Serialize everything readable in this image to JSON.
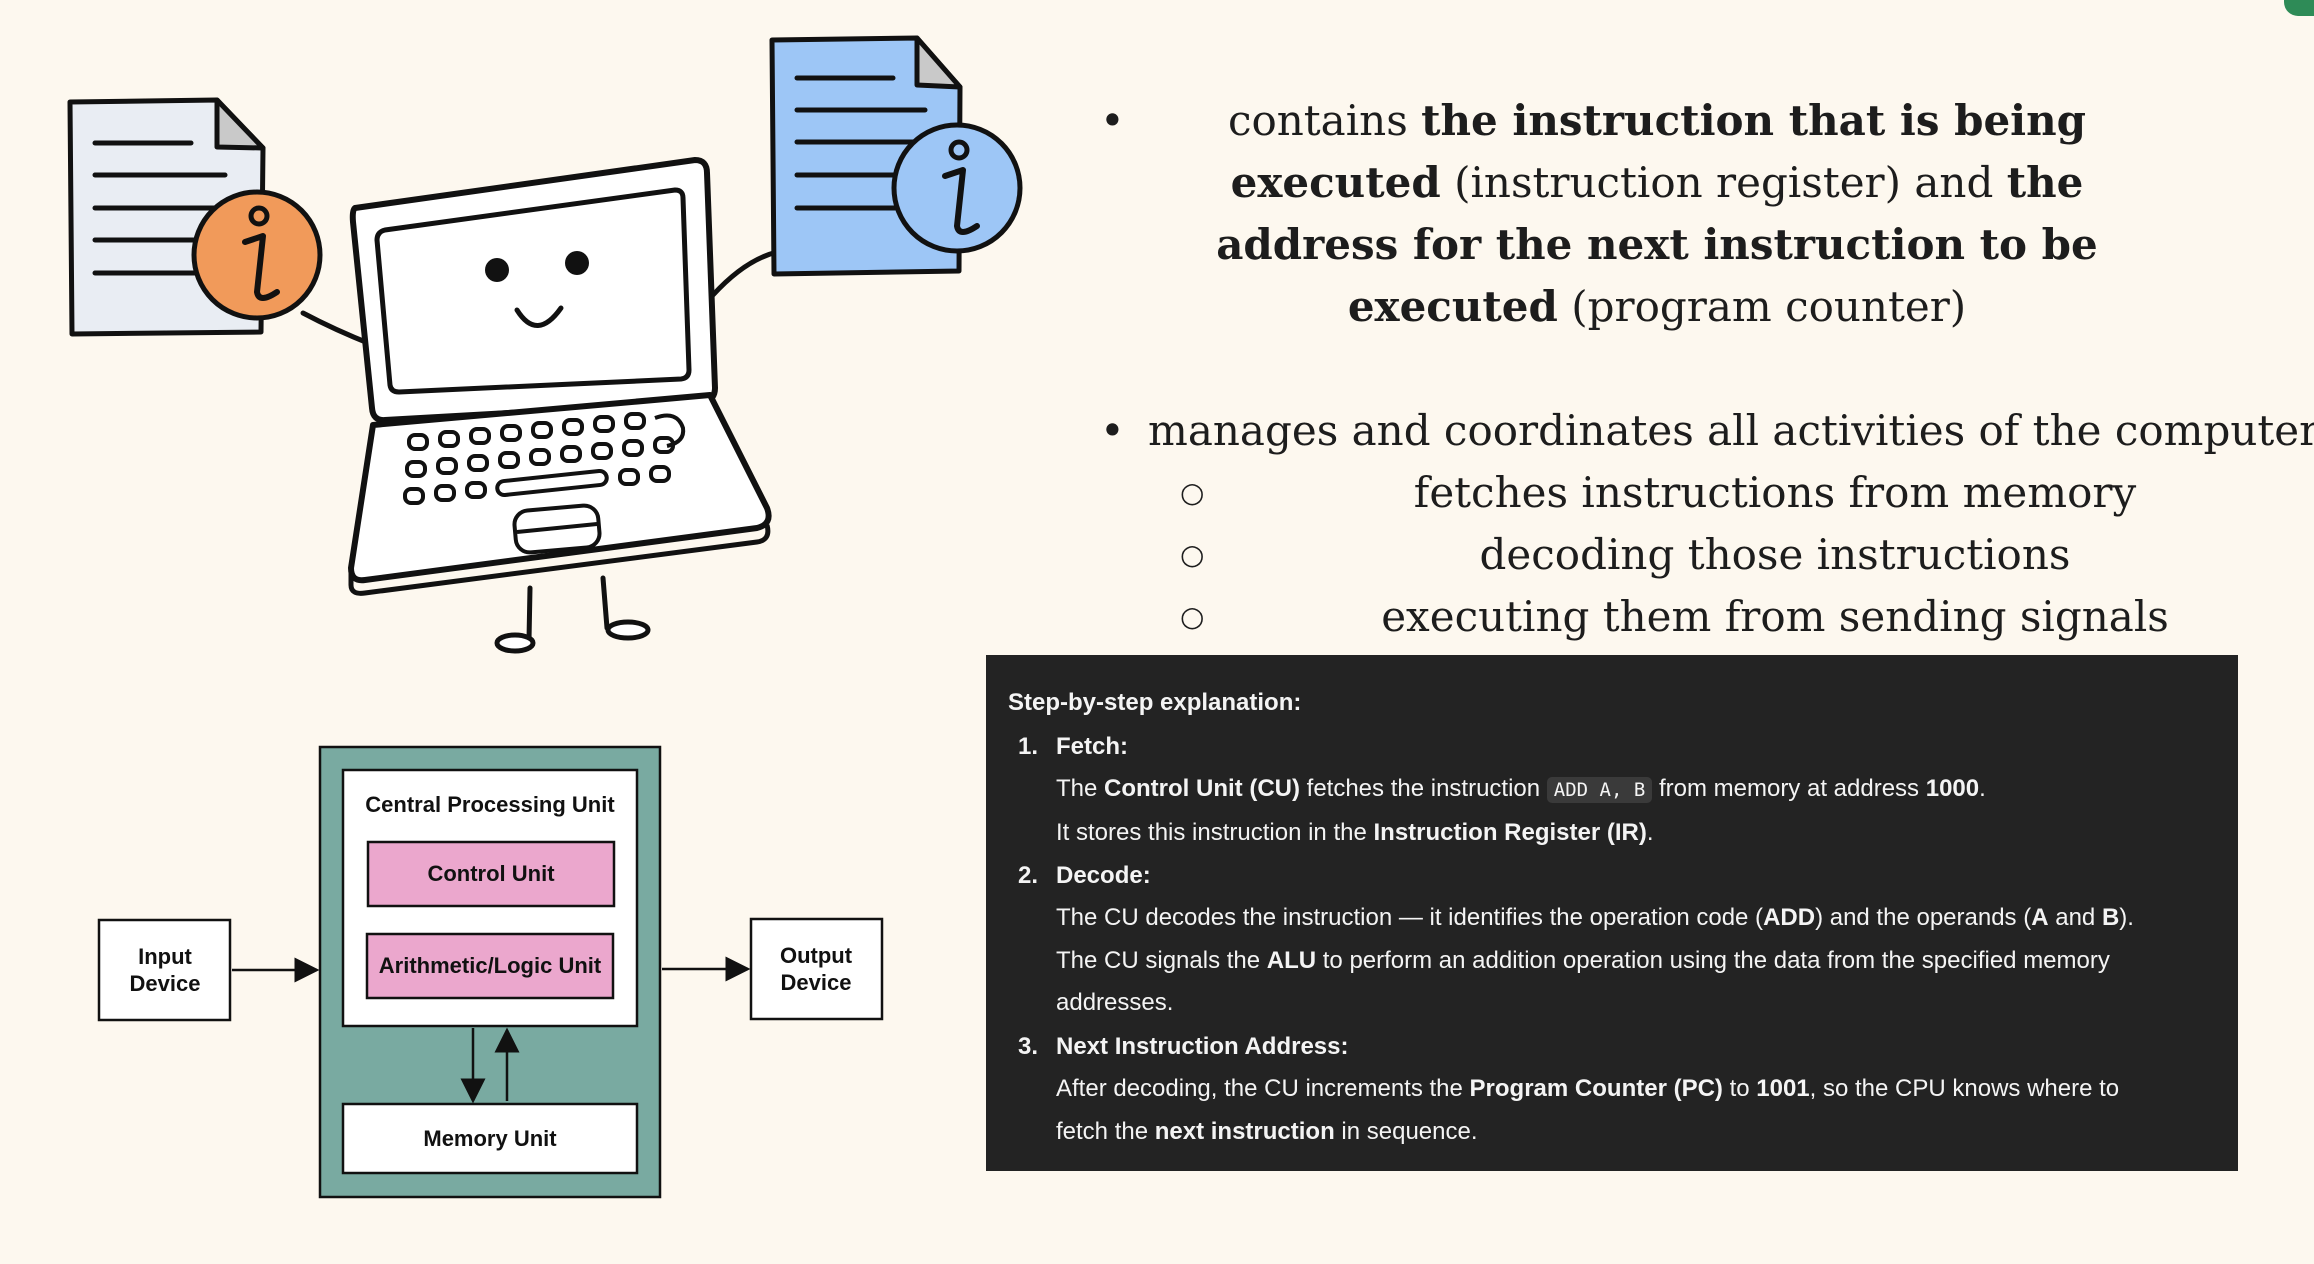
{
  "bullets": {
    "first": {
      "seg1": "contains ",
      "seg2": "the instruction that is being executed",
      "seg3": " (instruction register) and ",
      "seg4": "the address for the next instruction to be executed",
      "seg5": " (program counter)"
    },
    "second": {
      "text": "manages and coordinates all activities of the computer",
      "subs": [
        "fetches instructions from memory",
        "decoding those instructions",
        "executing them from sending signals"
      ]
    }
  },
  "diagram": {
    "input_line1": "Input",
    "input_line2": "Device",
    "output_line1": "Output",
    "output_line2": "Device",
    "cpu_title": "Central Processing Unit",
    "control_unit": "Control Unit",
    "alu": "Arithmetic/Logic Unit",
    "memory_unit": "Memory Unit",
    "colors": {
      "container": "#79aaa1",
      "unit": "#eba7cd"
    }
  },
  "illustration": {
    "left_doc_color": "#e9edf3",
    "left_badge_color": "#f19a5a",
    "right_doc_color": "#9dc6f6",
    "right_badge_color": "#9dc6f6",
    "icons": [
      "document-icon",
      "info-icon",
      "laptop-character-icon"
    ]
  },
  "explanation": {
    "heading": "Step-by-step explanation:",
    "steps": [
      {
        "num": "1.",
        "title": "Fetch:",
        "l1": {
          "a": "The ",
          "b": "Control Unit (CU)",
          "c": " fetches the instruction ",
          "code": "ADD A, B",
          "d": " from memory at address ",
          "e": "1000",
          "f": "."
        },
        "l2": {
          "a": "It stores this instruction in the ",
          "b": "Instruction Register (IR)",
          "c": "."
        }
      },
      {
        "num": "2.",
        "title": "Decode:",
        "l1": {
          "a": "The CU decodes the instruction — it identifies the operation code (",
          "b": "ADD",
          "c": ") and the operands (",
          "d": "A",
          "e": " and ",
          "f": "B",
          "g": ")."
        },
        "l2": {
          "a": "The CU signals the ",
          "b": "ALU",
          "c": " to perform an addition operation using the data from the specified memory"
        },
        "l3": "addresses."
      },
      {
        "num": "3.",
        "title": "Next Instruction Address:",
        "l1": {
          "a": "After decoding, the CU increments the ",
          "b": "Program Counter (PC)",
          "c": " to ",
          "d": "1001",
          "e": ", so the CPU knows where to"
        },
        "l2": {
          "a": "fetch the ",
          "b": "next instruction",
          "c": " in sequence."
        }
      }
    ]
  }
}
